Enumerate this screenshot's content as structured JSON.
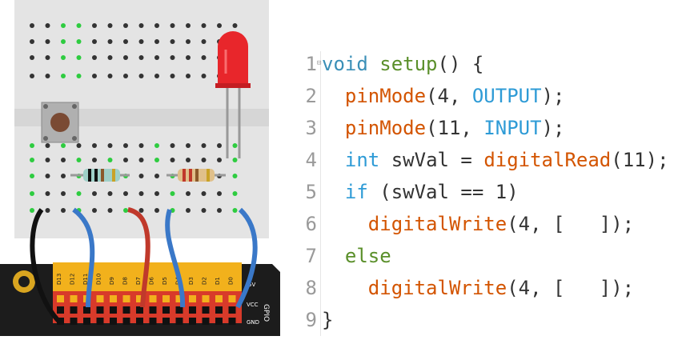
{
  "board": {
    "pin_labels": [
      "D13",
      "D12",
      "D11",
      "D10",
      "D9",
      "D8",
      "D7",
      "D6",
      "D5",
      "D4",
      "D3",
      "D2",
      "D1",
      "D0"
    ],
    "side_labels": [
      "5V",
      "VCC",
      "GND"
    ],
    "gpio_label": "GPIO"
  },
  "code": {
    "lines": [
      {
        "num": "1",
        "tokens": [
          {
            "t": "void",
            "c": "kw"
          },
          {
            "t": " ",
            "c": "plain"
          },
          {
            "t": "setup",
            "c": "kw2"
          },
          {
            "t": "() {",
            "c": "plain"
          }
        ]
      },
      {
        "num": "2",
        "tokens": [
          {
            "t": "  ",
            "c": "plain"
          },
          {
            "t": "pinMode",
            "c": "fn"
          },
          {
            "t": "(4, ",
            "c": "plain"
          },
          {
            "t": "OUTPUT",
            "c": "cst"
          },
          {
            "t": ");",
            "c": "plain"
          }
        ]
      },
      {
        "num": "3",
        "tokens": [
          {
            "t": "  ",
            "c": "plain"
          },
          {
            "t": "pinMode",
            "c": "fn"
          },
          {
            "t": "(11, ",
            "c": "plain"
          },
          {
            "t": "INPUT",
            "c": "cst"
          },
          {
            "t": ");",
            "c": "plain"
          }
        ]
      },
      {
        "num": "4",
        "tokens": [
          {
            "t": "  ",
            "c": "plain"
          },
          {
            "t": "int",
            "c": "cst"
          },
          {
            "t": " swVal = ",
            "c": "plain"
          },
          {
            "t": "digitalRead",
            "c": "fn"
          },
          {
            "t": "(11);",
            "c": "plain"
          }
        ]
      },
      {
        "num": "5",
        "tokens": [
          {
            "t": "  ",
            "c": "plain"
          },
          {
            "t": "if",
            "c": "cst"
          },
          {
            "t": " (swVal == 1)",
            "c": "plain"
          }
        ]
      },
      {
        "num": "6",
        "tokens": [
          {
            "t": "    ",
            "c": "plain"
          },
          {
            "t": "digitalWrite",
            "c": "fn"
          },
          {
            "t": "(4, [   ]);",
            "c": "plain"
          }
        ]
      },
      {
        "num": "7",
        "tokens": [
          {
            "t": "  ",
            "c": "plain"
          },
          {
            "t": "else",
            "c": "kw2"
          }
        ]
      },
      {
        "num": "8",
        "tokens": [
          {
            "t": "    ",
            "c": "plain"
          },
          {
            "t": "digitalWrite",
            "c": "fn"
          },
          {
            "t": "(4, [   ]);",
            "c": "plain"
          }
        ]
      },
      {
        "num": "9",
        "tokens": [
          {
            "t": "}",
            "c": "plain"
          }
        ]
      }
    ]
  },
  "colors": {
    "keyword": "#3a8fb7",
    "function": "#d35400",
    "constant": "#2e9bd6",
    "keyword2": "#5a8f2a",
    "breadboard": "#e4e4e4",
    "board": "#1c1c1c",
    "pin_header": "#f2b11c",
    "wire_blue": "#3a78c8",
    "wire_red": "#c0392b",
    "wire_black": "#111111",
    "led": "#e8262b"
  }
}
